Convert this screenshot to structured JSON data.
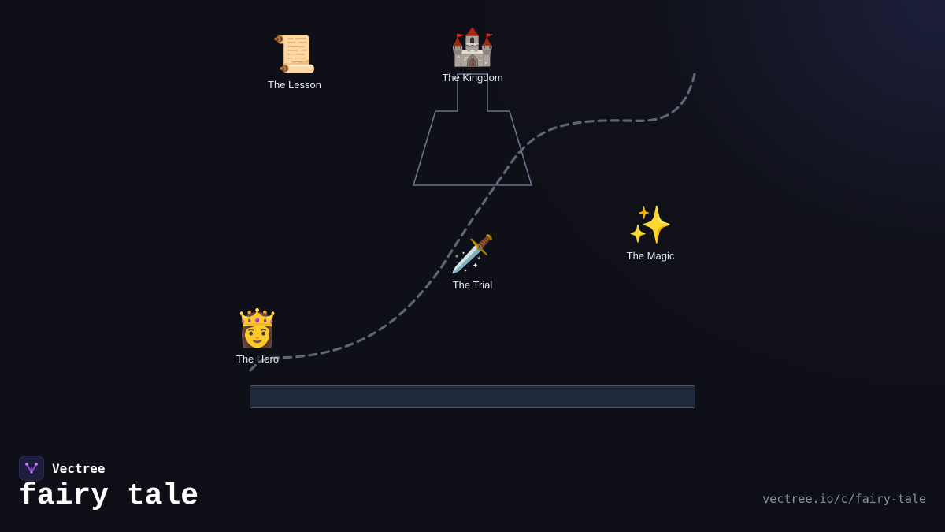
{
  "brand": {
    "name": "Vectree",
    "accent_color": "#a855f7"
  },
  "title": "fairy tale",
  "url": "vectree.io/c/fairy-tale",
  "diagram": {
    "path_color": "#5b6677",
    "shape_color": "#64748b",
    "bar_color": "#1e293b",
    "nodes": [
      {
        "id": "hero",
        "icon": "👸",
        "icon_name": "prince-icon",
        "label": "The Hero"
      },
      {
        "id": "trial",
        "icon": "🗡️",
        "icon_name": "dagger-icon",
        "label": "The Trial"
      },
      {
        "id": "magic",
        "icon": "✨",
        "icon_name": "sparkles-icon",
        "label": "The Magic"
      },
      {
        "id": "kingdom",
        "icon": "🏰",
        "icon_name": "castle-icon",
        "label": "The Kingdom"
      },
      {
        "id": "lesson",
        "icon": "📜",
        "icon_name": "scroll-icon",
        "label": "The Lesson"
      }
    ]
  }
}
